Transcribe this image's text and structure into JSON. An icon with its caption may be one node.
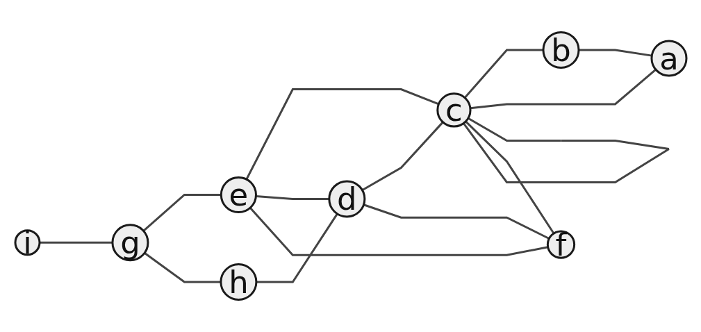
{
  "diagram": {
    "nodes": [
      {
        "text": [
          "i"
        ]
      },
      {
        "text": [
          "g"
        ]
      },
      {
        "text": [
          "b"
        ]
      },
      {
        "text": [
          "e"
        ]
      },
      {
        "text": [
          "c"
        ]
      },
      {
        "text": [
          "a"
        ]
      },
      {
        "text": [
          "h"
        ]
      },
      {
        "text": [
          "d"
        ]
      },
      {
        "text": [
          "f"
        ]
      }
    ],
    "edges": [
      {
        "from": 0,
        "to": 1,
        "arrow": "none"
      },
      {
        "from": 1,
        "to": 3,
        "arrow": "none"
      },
      {
        "from": 1,
        "to": 6,
        "arrow": "none"
      },
      {
        "from": 3,
        "to": 4,
        "arrow": "none"
      },
      {
        "from": 3,
        "to": 7,
        "arrow": "none"
      },
      {
        "from": 3,
        "to": 8,
        "arrow": "none"
      },
      {
        "from": 4,
        "to": 2,
        "arrow": "none"
      },
      {
        "from": 4,
        "to": 5,
        "arrow": "none"
      },
      {
        "from": 2,
        "to": 5,
        "arrow": "none"
      },
      {
        "from": 4,
        "to": 4,
        "arrow": "none"
      },
      {
        "from": 6,
        "to": 7,
        "arrow": "none"
      },
      {
        "from": 7,
        "to": 4,
        "arrow": "none"
      },
      {
        "from": 7,
        "to": 8,
        "arrow": "none"
      },
      {
        "from": 4,
        "to": 8,
        "arrow": "none"
      }
    ]
  }
}
